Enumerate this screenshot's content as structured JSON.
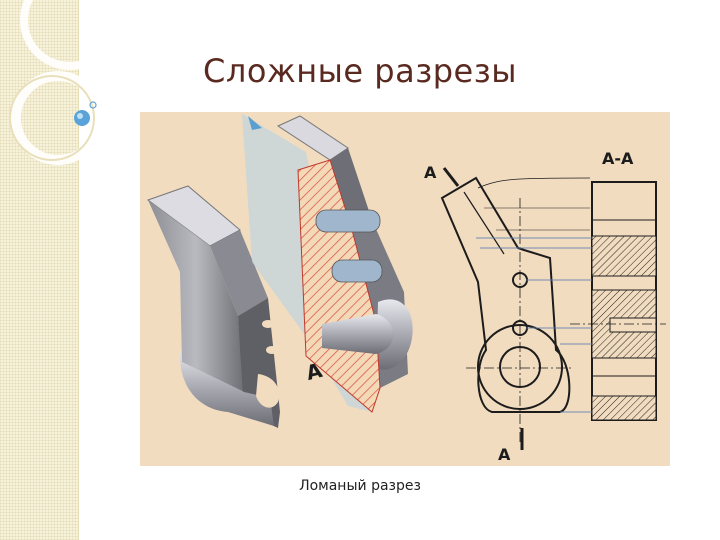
{
  "slide": {
    "title": "Сложные разрезы",
    "caption": "Ломаный разрез"
  },
  "drawing": {
    "model_section_label": "A",
    "top_cut_label": "A",
    "bottom_cut_label": "A",
    "section_view_label": "A-A"
  },
  "colors": {
    "title": "#5a2a20",
    "figure_background": "#f2dcc0",
    "hatch": "#d9534a",
    "accent_blue": "#6fb3dd",
    "side_strip": "#f7f2da"
  }
}
